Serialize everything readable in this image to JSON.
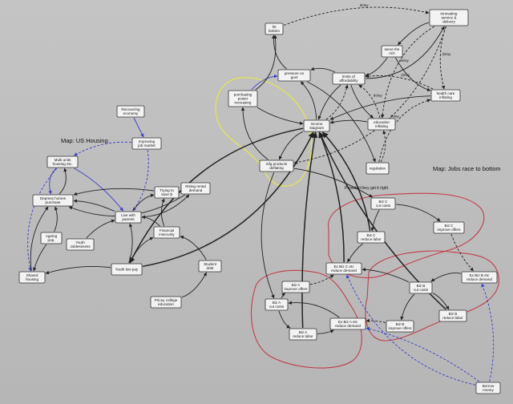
{
  "maps": {
    "us_housing": "Map: US Housing",
    "jobs_race": "Map: Jobs race to bottom"
  },
  "note": "Provided they get it right.",
  "delay_label": "delay",
  "nodes": {
    "recovering_economy": [
      "Recovering",
      "economy"
    ],
    "improving_job_market": [
      "Improving",
      "job market"
    ],
    "multi_units": [
      "Multi units",
      "housing etc."
    ],
    "depress_homes": [
      "Depress homes",
      "purchase"
    ],
    "trying_save": [
      "Trying to",
      "save $"
    ],
    "rising_rental": [
      "Rising rental",
      "demand"
    ],
    "live_parents": [
      "Live with",
      "parents"
    ],
    "ageing_pop": [
      "Ageing",
      "pop."
    ],
    "youth_joblessness": [
      "Youth",
      "Joblessness"
    ],
    "financial_insecurity": [
      "Financial",
      "insecurity"
    ],
    "shared_housing": [
      "Shared",
      "housing"
    ],
    "youth_low_pay": [
      "Youth low pay"
    ],
    "student_debt": [
      "Student",
      "debt"
    ],
    "pricey_college": [
      "Pricey college",
      "education"
    ],
    "hit_bottom": [
      "hit",
      "bottom"
    ],
    "innovating_service": [
      "innovating",
      "service &",
      "delivery"
    ],
    "serve_rich": [
      "serve the",
      "rich"
    ],
    "pressure_govt": [
      "pressure on",
      "govt"
    ],
    "limits_affordability": [
      "limits of",
      "affordability"
    ],
    "purchasing_power": [
      "purchasing",
      "power",
      "increasing"
    ],
    "health_care": [
      "health care",
      "inflating"
    ],
    "income_stagnant": [
      "income",
      "stagnant"
    ],
    "education_inflating": [
      "education",
      "inflating"
    ],
    "mfg_deflating": [
      "mfg products",
      "deflating"
    ],
    "regulation": [
      "regulation"
    ],
    "biz_c_cut": [
      "Biz C",
      "cut costs"
    ],
    "biz_c_improve": [
      "Biz C",
      "improve offers"
    ],
    "biz_c_labor": [
      "Biz C",
      "reduce labor"
    ],
    "ex_biz_c": [
      "Ex Biz C etc",
      "reduce demand"
    ],
    "ex_biz_b": [
      "Ex Biz B etc",
      "reduce demand"
    ],
    "biz_a_improve": [
      "Biz A",
      "improve offers"
    ],
    "biz_a_cut": [
      "Biz A",
      "cut costs"
    ],
    "biz_b_cut": [
      "Biz B",
      "cut costs"
    ],
    "biz_b_labor": [
      "Biz B",
      "reduce labor"
    ],
    "biz_a_labor": [
      "Biz A",
      "reduce labor"
    ],
    "ex_biz_a": [
      "Ex Biz A etc",
      "reduce demand"
    ],
    "biz_b_improve": [
      "Biz B",
      "improve offers"
    ],
    "borrow_money": [
      "Borrow",
      "money"
    ]
  }
}
